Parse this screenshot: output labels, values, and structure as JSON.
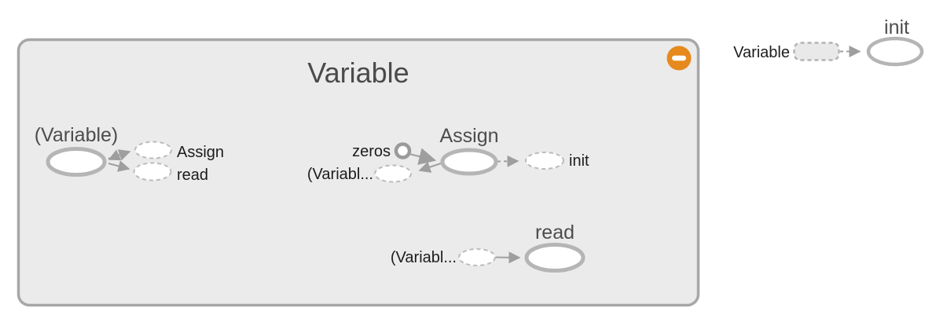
{
  "colors": {
    "page_bg": "#ffffff",
    "group_fill": "#ebebeb",
    "group_border": "#a7a7a7",
    "node_border": "#b5b5b5",
    "node_fill": "#ffffff",
    "edge": "#a0a0a0",
    "collapse_button": "#e68a1e",
    "group_title_text": "#4a4a4a",
    "node_title_text": "#4d4d4d",
    "annotation_text": "#1c1c1c"
  },
  "group_node": {
    "title": "Variable",
    "collapse_button": "minus"
  },
  "variable_node": {
    "title": "(Variable)",
    "annotations": [
      {
        "label": "Assign"
      },
      {
        "label": "read"
      }
    ]
  },
  "assign_node": {
    "title": "Assign",
    "inputs": [
      {
        "label": "zeros"
      },
      {
        "label": "(Variabl..."
      }
    ],
    "outputs": [
      {
        "label": "init"
      }
    ]
  },
  "read_node": {
    "title": "read",
    "inputs": [
      {
        "label": "(Variabl..."
      }
    ]
  },
  "init_node": {
    "title": "init",
    "inputs": [
      {
        "label": "Variable"
      }
    ]
  }
}
